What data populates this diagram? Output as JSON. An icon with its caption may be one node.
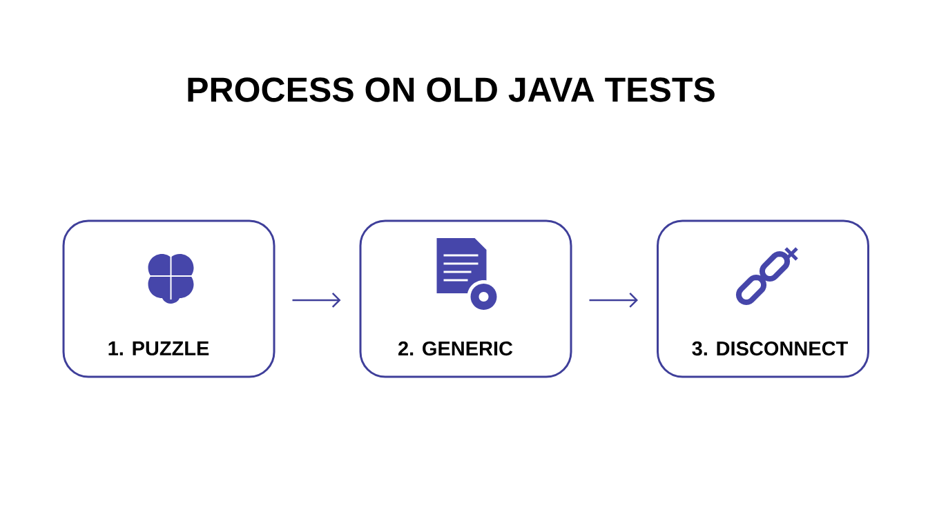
{
  "diagram": {
    "title": "PROCESS ON OLD JAVA TESTS",
    "nodes": [
      {
        "text": [
          "1. PUZZLE"
        ]
      },
      {
        "text": [
          "2. GENERIC"
        ]
      },
      {
        "text": [
          "3. DISCONNECT"
        ]
      }
    ],
    "edges": [
      {
        "from": 0,
        "to": 1,
        "arrow": "to"
      },
      {
        "from": 1,
        "to": 2,
        "arrow": "to"
      }
    ]
  }
}
